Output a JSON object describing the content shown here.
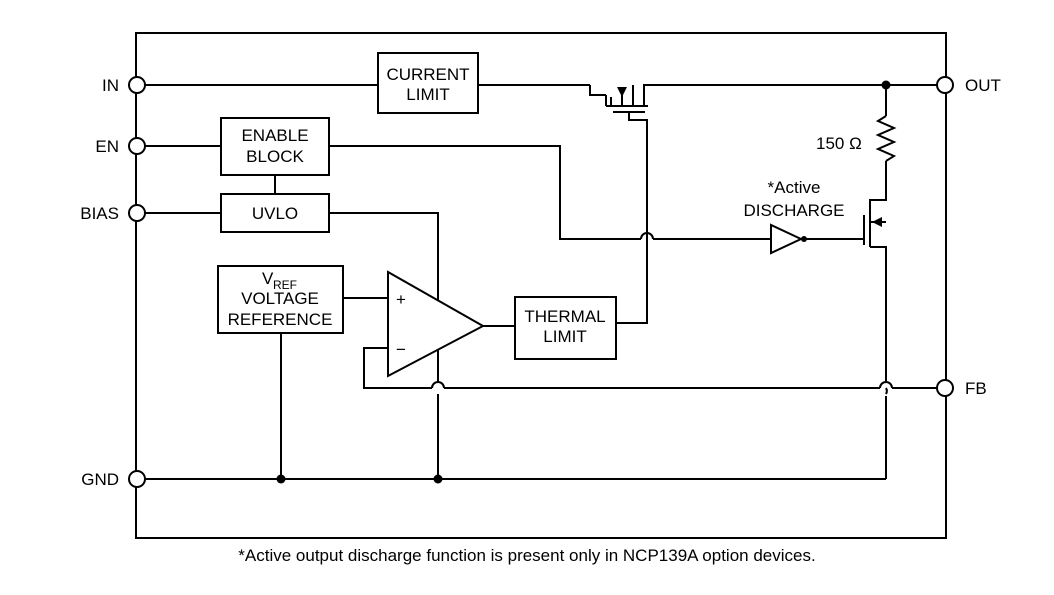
{
  "pins": {
    "in": "IN",
    "en": "EN",
    "bias": "BIAS",
    "gnd": "GND",
    "out": "OUT",
    "fb": "FB"
  },
  "blocks": {
    "current_limit": [
      "CURRENT",
      "LIMIT"
    ],
    "enable_block": [
      "ENABLE",
      "BLOCK"
    ],
    "uvlo": "UVLO",
    "vref_main": "V",
    "vref_sub": "REF",
    "vref_line2": "VOLTAGE",
    "vref_line3": "REFERENCE",
    "thermal_limit": [
      "THERMAL",
      "LIMIT"
    ]
  },
  "opamp": {
    "plus": "+",
    "minus": "−"
  },
  "resistor_label": "150 Ω",
  "active_discharge": [
    "*Active",
    "DISCHARGE"
  ],
  "footnote": "*Active output discharge function is present only in NCP139A option devices."
}
